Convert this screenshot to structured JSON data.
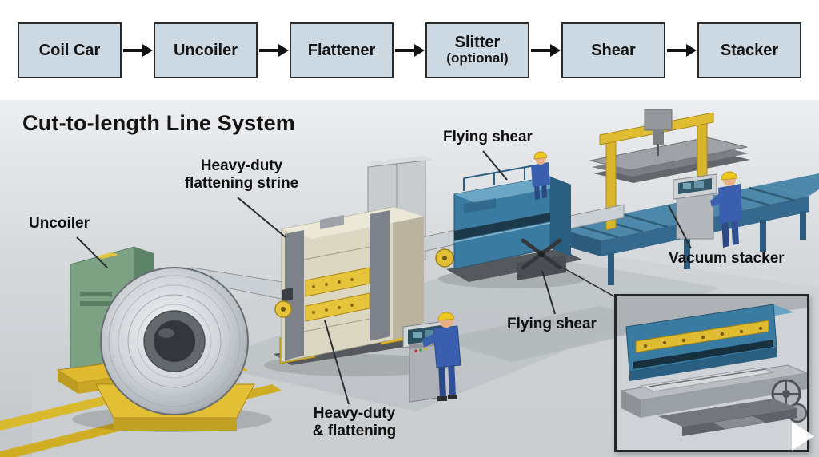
{
  "flowchart": {
    "steps": [
      {
        "label": "Coil Car",
        "sublabel": ""
      },
      {
        "label": "Uncoiler",
        "sublabel": ""
      },
      {
        "label": "Flattener",
        "sublabel": ""
      },
      {
        "label": "Slitter",
        "sublabel": "(optional)"
      },
      {
        "label": "Shear",
        "sublabel": ""
      },
      {
        "label": "Stacker",
        "sublabel": ""
      }
    ],
    "box_fill": "#cdd9e2",
    "box_border": "#2b2b2b",
    "arrow_color": "#111111"
  },
  "diagram": {
    "title": "Cut-to-length Line System",
    "labels": {
      "uncoiler": "Uncoiler",
      "flattener_top_line1": "Heavy-duty",
      "flattener_top_line2": "flattening strine",
      "flying_shear_top": "Flying shear",
      "vacuum_stacker": "Vacuum stacker",
      "flying_shear_bottom": "Flying shear",
      "flattener_bottom_line1": "Heavy-duty",
      "flattener_bottom_line2": "& flattening"
    },
    "colors": {
      "machine_blue": "#3a7ba1",
      "machine_green": "#7ca183",
      "safety_yellow": "#e3bf35",
      "steel_gray": "#c8ccd0",
      "background_gray": "#d8dbde"
    }
  }
}
